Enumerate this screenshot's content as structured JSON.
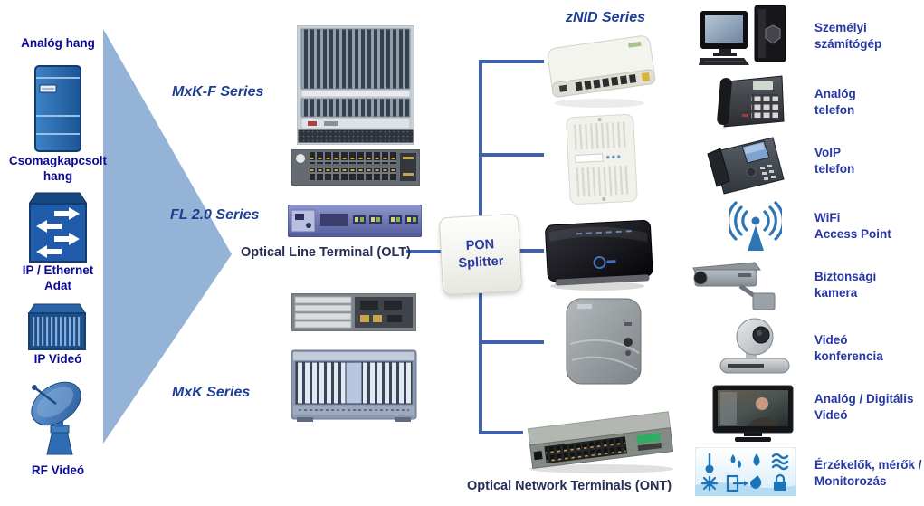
{
  "diagram_title": "PON network architecture (Hungarian)",
  "colors": {
    "background": "#ffffff",
    "funnel_triangle": "#95b3d7",
    "connector_line": "#3e61ad",
    "left_label_text": "#0a0a96",
    "series_label_text": "#1e3e95",
    "caption_text": "#262e57",
    "endpoint_label_text": "#2737a6",
    "splitter_text": "#2b3a9e",
    "left_icon_blue": "#1f5ba8",
    "wifi_icon_blue": "#2e75b6"
  },
  "left_panel": {
    "labels": [
      "Analóg hang",
      "Csomagkapcsolt\nhang",
      "IP / Ethernet\nAdat",
      "IP Videó",
      "RF Videó"
    ],
    "icons": [
      "server-icon",
      "ethernet-switch-icon",
      "video-server-icon",
      "satellite-dish-icon"
    ]
  },
  "olt": {
    "series_labels": [
      "MxK-F Series",
      "FL 2.0 Series",
      "MxK Series"
    ],
    "caption": "Optical Line Terminal (OLT)",
    "equipment_images": [
      "mxkf-chassis",
      "rack-unit-2u",
      "fl20-rack-unit",
      "rack-unit-2u-b",
      "mxk-chassis"
    ]
  },
  "splitter": {
    "label": "PON\nSplitter"
  },
  "ont": {
    "title": "zNID Series",
    "caption": "Optical Network Terminals (ONT)",
    "device_images": [
      "znid-router",
      "wall-ont-white",
      "indoor-gateway-black",
      "wall-ont-grey",
      "ethernet-switch-24port"
    ]
  },
  "endpoints": {
    "labels": [
      "Személyi\nszámítógép",
      "Analóg\ntelefon",
      "VoIP\ntelefon",
      "WiFi\nAccess Point",
      "Biztonsági\nkamera",
      "Videó\nkonferencia",
      "Analóg / Digitális\nVideó",
      "Érzékelők, mérők /\nMonitorozás"
    ],
    "device_images": [
      "desktop-pc",
      "analog-phone",
      "voip-phone",
      "wifi-access-point",
      "security-camera",
      "video-conference-camera",
      "tv-screen",
      "sensor-icons"
    ]
  }
}
